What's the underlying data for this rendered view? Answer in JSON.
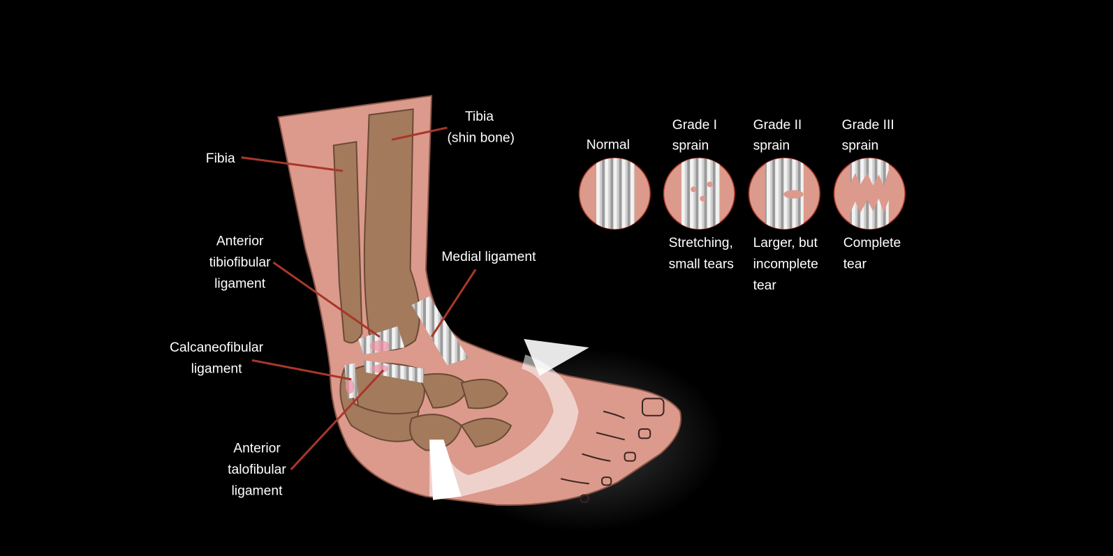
{
  "labels": {
    "tibia": [
      "Tibia",
      "(shin bone)"
    ],
    "fibia": "Fibia",
    "anterior_tibiofibular": [
      "Anterior",
      "tibiofibular",
      "ligament"
    ],
    "medial": "Medial ligament",
    "calcaneofibular": [
      "Calcaneofibular",
      "ligament"
    ],
    "anterior_talofibular": [
      "Anterior",
      "talofibular",
      "ligament"
    ]
  },
  "grades": [
    {
      "title": [
        "Normal"
      ],
      "caption": []
    },
    {
      "title": [
        "Grade I",
        "sprain"
      ],
      "caption": [
        "Stretching,",
        "small tears"
      ]
    },
    {
      "title": [
        "Grade II",
        "sprain"
      ],
      "caption": [
        "Larger, but",
        "incomplete",
        "tear"
      ]
    },
    {
      "title": [
        "Grade III",
        "sprain"
      ],
      "caption": [
        "Complete",
        "tear"
      ]
    }
  ],
  "colors": {
    "skin": "#dc9a8c",
    "bone": "#a47a5c",
    "pointer": "#a8372a",
    "background": "#000000"
  }
}
